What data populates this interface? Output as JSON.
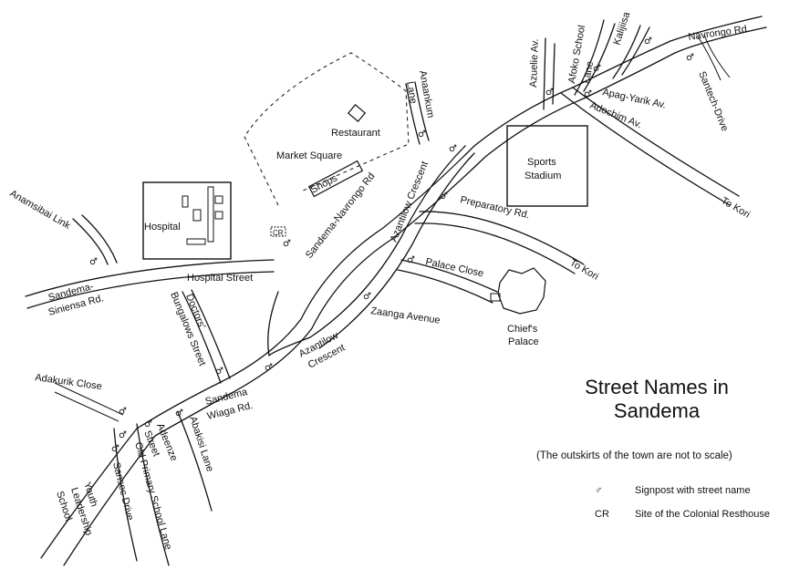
{
  "title_line1": "Street Names in",
  "title_line2": "Sandema",
  "subtitle": "(The outskirts of the town are not to scale)",
  "legend": {
    "signpost_symbol": "♂",
    "signpost_text": "Signpost with street name",
    "cr_symbol": "CR",
    "cr_text": "Site of the Colonial Resthouse"
  },
  "places": {
    "restaurant": "Restaurant",
    "market_square": "Market Square",
    "shops": "Shops",
    "hospital": "Hospital",
    "sports_stadium_1": "Sports",
    "sports_stadium_2": "Stadium",
    "chiefs_palace_1": "Chief's",
    "chiefs_palace_2": "Palace",
    "cr": "CR"
  },
  "streets": {
    "navrongo_rd": "Navrongo Rd.",
    "kalijiisa": "Kalijiisa",
    "afoko_school_lane_1": "Afoko School",
    "afoko_school_lane_2": "Lane",
    "azuelie_av": "Azuelie Av.",
    "santech_drive": "Santech-Drive",
    "apag_yarik_av": "Apag-Yarik Av.",
    "adochim_av": "Adochim Av.",
    "to_kori_1": "To Kori",
    "anaankum_lane_1": "Anaankum",
    "anaankum_lane_2": "Lane",
    "sandema_navrongo_rd": "Sandema-Navrongo Rd",
    "azantilow_crescent_north": "Azantilow Crescent",
    "preparatory_rd": "Preparatory Rd.",
    "to_kori_2": "To Kori",
    "palace_close": "Palace Close",
    "zaanga_avenue": "Zaanga Avenue",
    "anamsibai_link": "Anamsibai Link",
    "hospital_street": "Hospital Street",
    "sandema_siniensa_rd_1": "Sandema-",
    "sandema_siniensa_rd_2": "Siniensa Rd.",
    "doctors_bungalows_street_1": "Doctors'",
    "doctors_bungalows_street_2": "Bungalows Street",
    "azantilow_crescent_south_1": "Azantilow",
    "azantilow_crescent_south_2": "Crescent",
    "sandema_wiaga_rd_1": "Sandema",
    "sandema_wiaga_rd_2": "Wiaga Rd.",
    "adakurik_close": "Adakurik Close",
    "adeenze_street_1": "Adeenze",
    "adeenze_street_2": "Street",
    "abakisi_lane": "Abakisi Lane",
    "old_primary_school_lane": "Old Primary School Lane",
    "sansec_drive": "Sansec Drive",
    "youth_leadership_school_1": "Youth",
    "youth_leadership_school_2": "Leadership",
    "youth_leadership_school_3": "School"
  },
  "signpost_glyph": "♂"
}
